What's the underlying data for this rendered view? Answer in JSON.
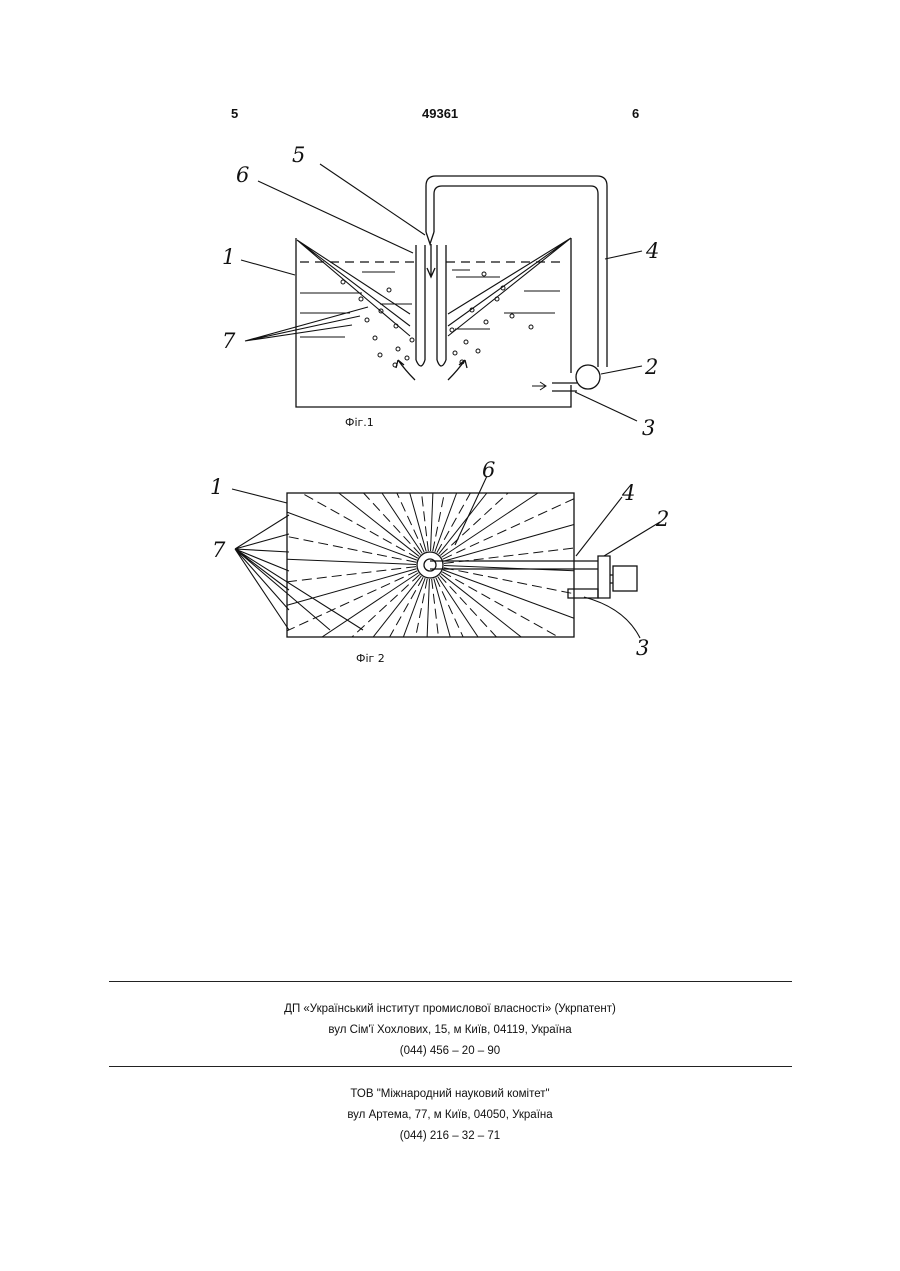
{
  "header": {
    "page_left": "5",
    "patent_number": "49361",
    "page_right": "6"
  },
  "figure1": {
    "caption": "Фіг.1",
    "labels": {
      "l1": "1",
      "l2": "2",
      "l3": "3",
      "l4": "4",
      "l5": "5",
      "l6": "6",
      "l7": "7"
    }
  },
  "figure2": {
    "caption": "Фіг 2",
    "labels": {
      "l1": "1",
      "l2": "2",
      "l3": "3",
      "l4": "4",
      "l6": "6",
      "l7": "7"
    }
  },
  "footer": {
    "publisher": {
      "line1": "ДП «Український інститут промислової власності» (Укрпатент)",
      "line2": "вул  Сім'ї Хохлових, 15, м  Київ, 04119, Україна",
      "line3": "(044) 456 – 20 –  90"
    },
    "printer": {
      "line1": "ТОВ \"Міжнародний науковий комітет\"",
      "line2": "вул  Артема, 77, м  Київ, 04050, Україна",
      "line3": "(044) 216 – 32 – 71"
    }
  }
}
